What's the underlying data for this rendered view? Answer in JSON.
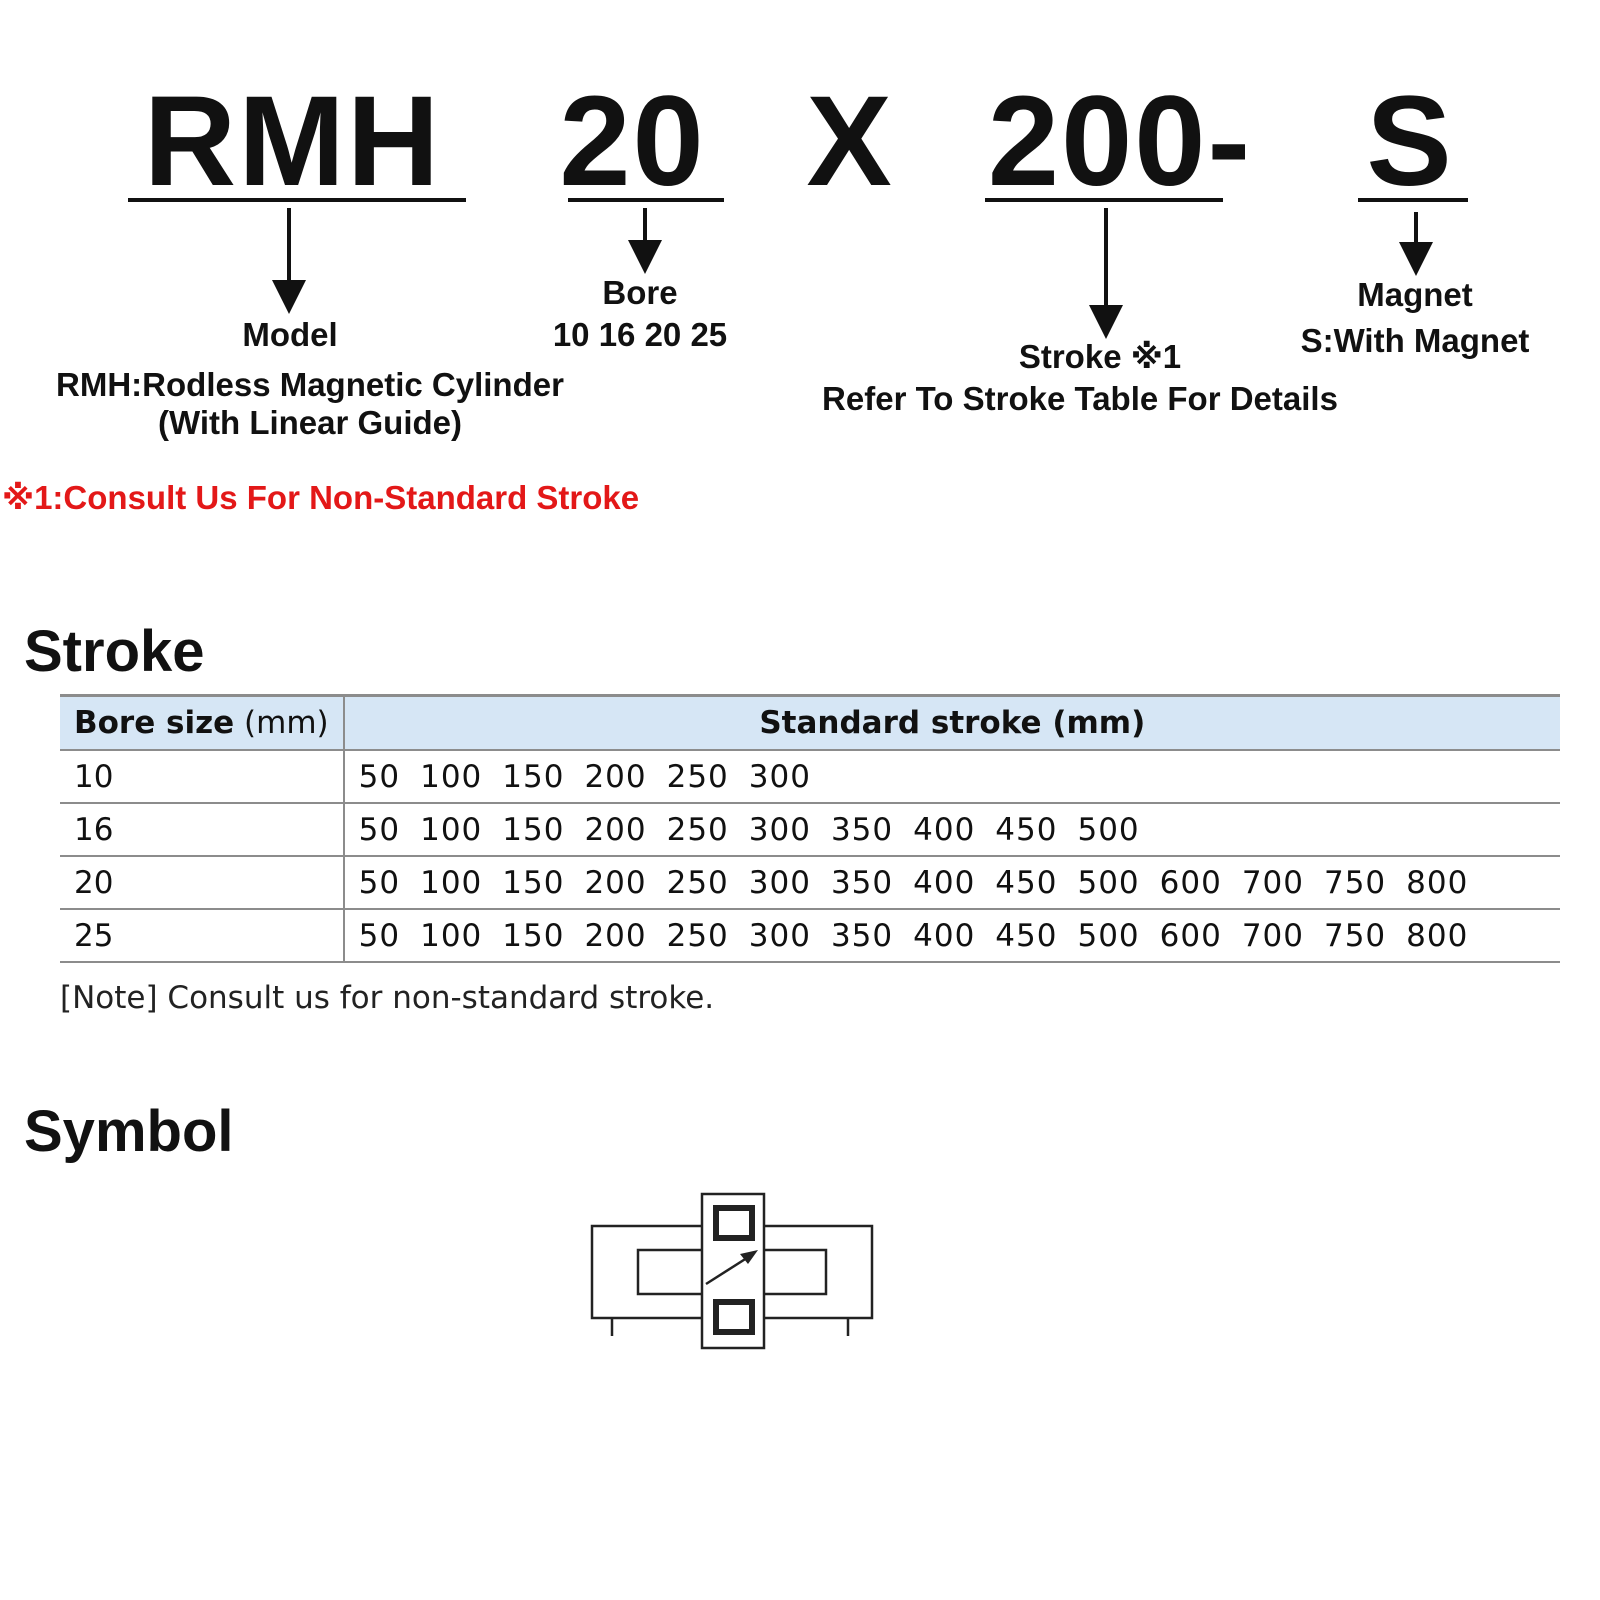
{
  "order_code": {
    "model": "RMH",
    "bore": "20",
    "separator": "X",
    "stroke": "200-",
    "magnet": "S"
  },
  "labels": {
    "model_title": "Model",
    "model_desc_1": "RMH:Rodless Magnetic Cylinder",
    "model_desc_2": "(With Linear Guide)",
    "bore_title": "Bore",
    "bore_values": "10 16 20 25",
    "stroke_title": "Stroke ※1",
    "stroke_desc": "Refer To Stroke Table For Details",
    "magnet_title": "Magnet",
    "magnet_desc": "S:With Magnet"
  },
  "footnote": "※1:Consult Us For Non-Standard Stroke",
  "colors": {
    "footnote": "#e31818",
    "table_header_bg": "#d6e6f5"
  },
  "stroke_section": {
    "title": "Stroke",
    "header_bore": "Bore size",
    "header_bore_unit": "(mm)",
    "header_stroke": "Standard stroke (mm)",
    "rows": [
      {
        "bore": "10",
        "strokes": [
          "50",
          "100",
          "150",
          "200",
          "250",
          "300"
        ]
      },
      {
        "bore": "16",
        "strokes": [
          "50",
          "100",
          "150",
          "200",
          "250",
          "300",
          "350",
          "400",
          "450",
          "500"
        ]
      },
      {
        "bore": "20",
        "strokes": [
          "50",
          "100",
          "150",
          "200",
          "250",
          "300",
          "350",
          "400",
          "450",
          "500",
          "600",
          "700",
          "750",
          "800"
        ]
      },
      {
        "bore": "25",
        "strokes": [
          "50",
          "100",
          "150",
          "200",
          "250",
          "300",
          "350",
          "400",
          "450",
          "500",
          "600",
          "700",
          "750",
          "800"
        ]
      }
    ],
    "note": "[Note] Consult us for non-standard stroke."
  },
  "symbol_section": {
    "title": "Symbol",
    "icon": "rodless-cylinder-symbol-icon"
  }
}
